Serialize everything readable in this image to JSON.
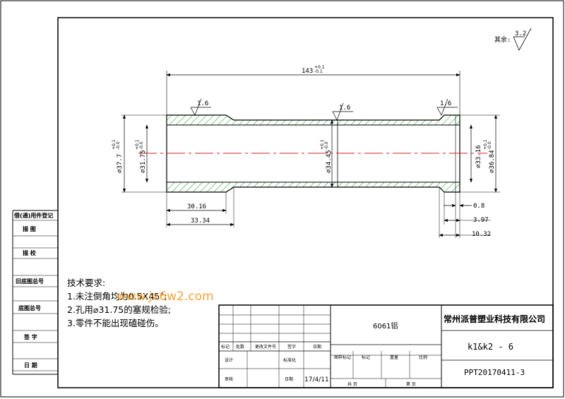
{
  "general_roughness": {
    "label": "其余:",
    "value": "3.2"
  },
  "roughness_marks": [
    "1.6",
    "1.6",
    "1.6"
  ],
  "dimensions": {
    "overall_length": "143",
    "overall_length_tol_upper": "+0.1",
    "overall_length_tol_lower": "-0.1",
    "outer_diameter_left": "⌀37.7",
    "outer_diameter_left_tol_upper": "+0.1",
    "outer_diameter_left_tol_lower": "-0.0",
    "bore_left": "⌀31.75",
    "bore_left_tol_upper": "+0.1",
    "bore_left_tol_lower": "-0.0",
    "outer_diameter_mid": "⌀34.45",
    "outer_diameter_mid_tol_upper": "+0.1",
    "outer_diameter_mid_tol_lower": "-0.0",
    "bore_right": "⌀33.16",
    "outer_diameter_right": "⌀36.84",
    "outer_diameter_right_tol_upper": "+0.1",
    "outer_diameter_right_tol_lower": "-0.0",
    "length_30_16": "30.16",
    "length_33_34": "33.34",
    "length_0_8": "0.8",
    "length_3_97": "3.97",
    "length_10_32": "10.32"
  },
  "side_table": [
    "借(通)用件登记",
    "描 图",
    "描 校",
    "旧底图总号",
    "底图总号",
    "签 字",
    "日 期"
  ],
  "notes": {
    "title": "技术要求:",
    "items": [
      "1.未注倒角均为0.5X45°;",
      "2.孔用⌀31.75的塞规检验;",
      "3.零件不能出现磕碰伤。"
    ]
  },
  "watermark": "www.jx6w2.com",
  "title_block": {
    "material": "6061铝",
    "company": "常州派普塑业科技有限公司",
    "part_name": "k1&k2 - 6",
    "drawing_no": "PPT20170411-3",
    "header_labels": [
      "标记",
      "处数",
      "更改文件号",
      "签字",
      "日期"
    ],
    "design": "设计",
    "standardization": "标准化",
    "review": "审核",
    "date_label": "日期",
    "date_value": "17/4/11",
    "stage_mark": "图样标记",
    "mark": "标记",
    "weight": "重量",
    "scale": "比例",
    "total_sheets": "共 页",
    "sheet_no": "第 页"
  }
}
